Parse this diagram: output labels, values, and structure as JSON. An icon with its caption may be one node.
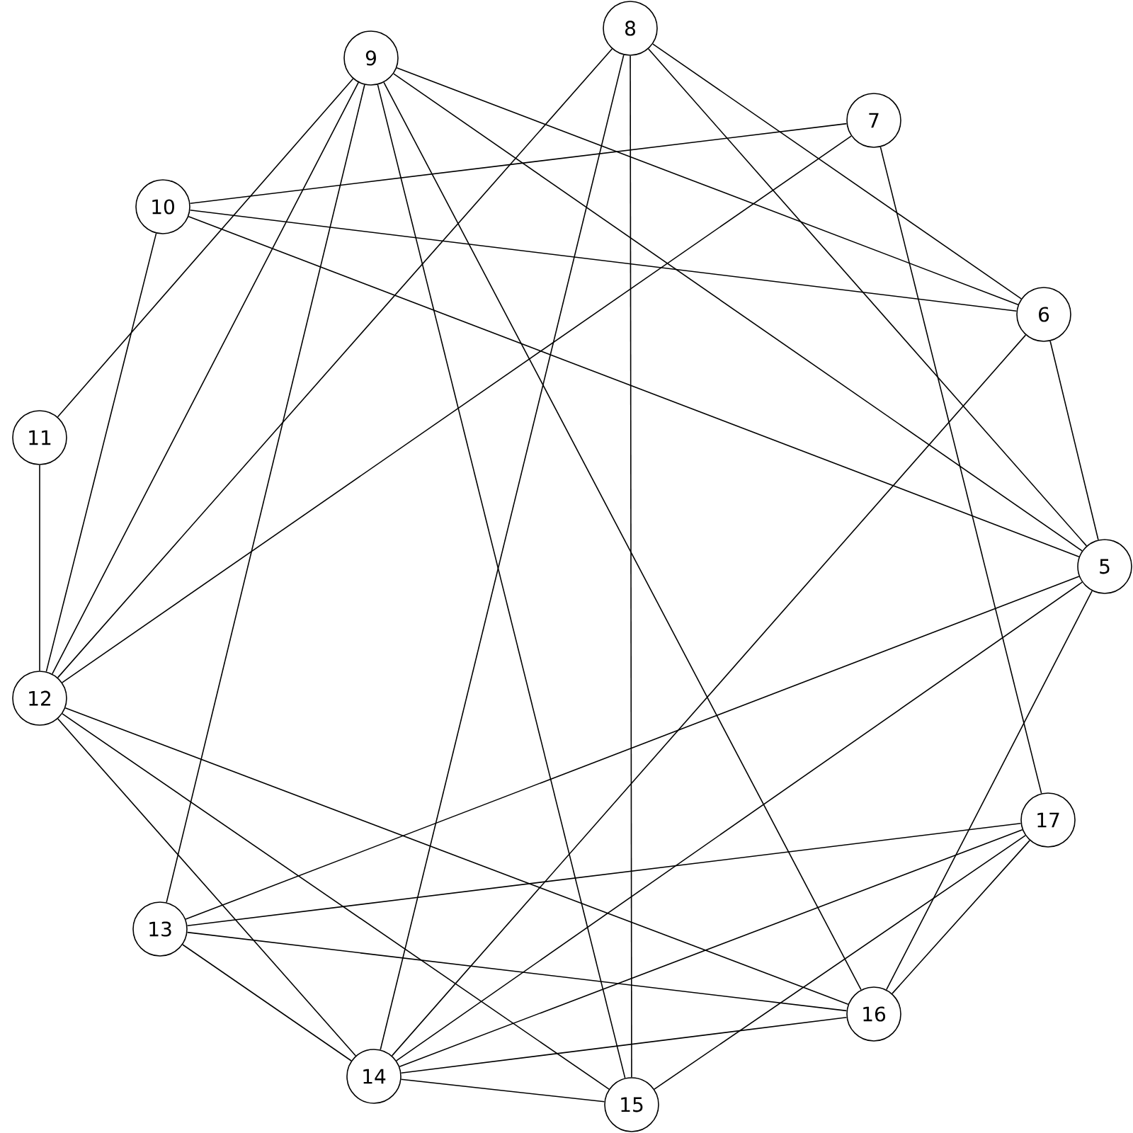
{
  "diagram": {
    "nodes": [
      {
        "text": [
          "5"
        ]
      },
      {
        "text": [
          "6"
        ]
      },
      {
        "text": [
          "7"
        ]
      },
      {
        "text": [
          "8"
        ]
      },
      {
        "text": [
          "9"
        ]
      },
      {
        "text": [
          "10"
        ]
      },
      {
        "text": [
          "11"
        ]
      },
      {
        "text": [
          "12"
        ]
      },
      {
        "text": [
          "13"
        ]
      },
      {
        "text": [
          "14"
        ]
      },
      {
        "text": [
          "15"
        ]
      },
      {
        "text": [
          "16"
        ]
      },
      {
        "text": [
          "17"
        ]
      }
    ],
    "edges": [
      {
        "from": 3,
        "to": 10,
        "arrow": "none"
      },
      {
        "from": 3,
        "to": 1,
        "arrow": "none"
      },
      {
        "from": 3,
        "to": 0,
        "arrow": "none"
      },
      {
        "from": 3,
        "to": 9,
        "arrow": "none"
      },
      {
        "from": 3,
        "to": 7,
        "arrow": "none"
      },
      {
        "from": 4,
        "to": 1,
        "arrow": "none"
      },
      {
        "from": 4,
        "to": 0,
        "arrow": "none"
      },
      {
        "from": 4,
        "to": 6,
        "arrow": "none"
      },
      {
        "from": 4,
        "to": 7,
        "arrow": "none"
      },
      {
        "from": 4,
        "to": 8,
        "arrow": "none"
      },
      {
        "from": 4,
        "to": 10,
        "arrow": "none"
      },
      {
        "from": 4,
        "to": 11,
        "arrow": "none"
      },
      {
        "from": 2,
        "to": 5,
        "arrow": "none"
      },
      {
        "from": 2,
        "to": 12,
        "arrow": "none"
      },
      {
        "from": 2,
        "to": 7,
        "arrow": "none"
      },
      {
        "from": 5,
        "to": 1,
        "arrow": "none"
      },
      {
        "from": 5,
        "to": 0,
        "arrow": "none"
      },
      {
        "from": 5,
        "to": 7,
        "arrow": "none"
      },
      {
        "from": 1,
        "to": 0,
        "arrow": "none"
      },
      {
        "from": 1,
        "to": 9,
        "arrow": "none"
      },
      {
        "from": 6,
        "to": 7,
        "arrow": "none"
      },
      {
        "from": 0,
        "to": 8,
        "arrow": "none"
      },
      {
        "from": 0,
        "to": 9,
        "arrow": "none"
      },
      {
        "from": 0,
        "to": 11,
        "arrow": "none"
      },
      {
        "from": 7,
        "to": 11,
        "arrow": "none"
      },
      {
        "from": 7,
        "to": 9,
        "arrow": "none"
      },
      {
        "from": 7,
        "to": 10,
        "arrow": "none"
      },
      {
        "from": 12,
        "to": 8,
        "arrow": "none"
      },
      {
        "from": 12,
        "to": 9,
        "arrow": "none"
      },
      {
        "from": 12,
        "to": 10,
        "arrow": "none"
      },
      {
        "from": 12,
        "to": 11,
        "arrow": "none"
      },
      {
        "from": 8,
        "to": 11,
        "arrow": "none"
      },
      {
        "from": 8,
        "to": 9,
        "arrow": "none"
      },
      {
        "from": 9,
        "to": 11,
        "arrow": "none"
      },
      {
        "from": 9,
        "to": 10,
        "arrow": "none"
      }
    ]
  }
}
